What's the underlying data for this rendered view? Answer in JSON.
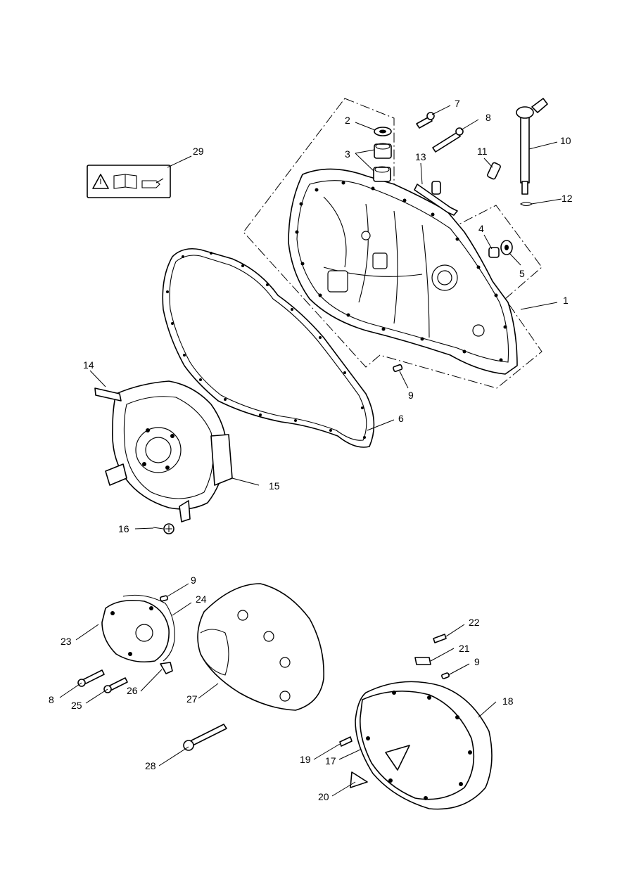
{
  "diagram": {
    "callouts": [
      {
        "id": "1",
        "label": "1"
      },
      {
        "id": "2",
        "label": "2"
      },
      {
        "id": "3",
        "label": "3"
      },
      {
        "id": "4",
        "label": "4"
      },
      {
        "id": "5",
        "label": "5"
      },
      {
        "id": "6",
        "label": "6"
      },
      {
        "id": "7",
        "label": "7"
      },
      {
        "id": "8a",
        "label": "8"
      },
      {
        "id": "8b",
        "label": "8"
      },
      {
        "id": "9a",
        "label": "9"
      },
      {
        "id": "9b",
        "label": "9"
      },
      {
        "id": "9c",
        "label": "9"
      },
      {
        "id": "10",
        "label": "10"
      },
      {
        "id": "11",
        "label": "11"
      },
      {
        "id": "12",
        "label": "12"
      },
      {
        "id": "13",
        "label": "13"
      },
      {
        "id": "14",
        "label": "14"
      },
      {
        "id": "15",
        "label": "15"
      },
      {
        "id": "16",
        "label": "16"
      },
      {
        "id": "17",
        "label": "17"
      },
      {
        "id": "18",
        "label": "18"
      },
      {
        "id": "19",
        "label": "19"
      },
      {
        "id": "20",
        "label": "20"
      },
      {
        "id": "21",
        "label": "21"
      },
      {
        "id": "22",
        "label": "22"
      },
      {
        "id": "23",
        "label": "23"
      },
      {
        "id": "24",
        "label": "24"
      },
      {
        "id": "25",
        "label": "25"
      },
      {
        "id": "26",
        "label": "26"
      },
      {
        "id": "27",
        "label": "27"
      },
      {
        "id": "28",
        "label": "28"
      },
      {
        "id": "29",
        "label": "29"
      }
    ],
    "warning_panel_icons": [
      "warning-triangle-icon",
      "manual-book-icon",
      "oil-can-icon"
    ]
  }
}
